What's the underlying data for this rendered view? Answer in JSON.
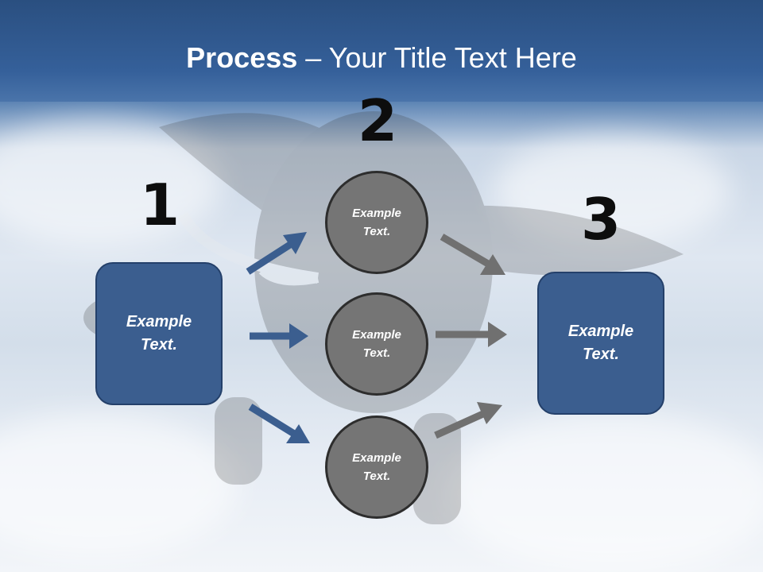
{
  "title": {
    "bold": "Process",
    "rest": " – Your Title Text Here"
  },
  "numbers": [
    "1",
    "2",
    "3"
  ],
  "left_box": {
    "label": "Example\nText."
  },
  "right_box": {
    "label": "Example\nText."
  },
  "circles": [
    {
      "label": "Example\nText."
    },
    {
      "label": "Example\nText."
    },
    {
      "label": "Example\nText."
    }
  ],
  "colors": {
    "blue_arrow": "#3b5e8f",
    "gray_arrow": "#707070",
    "box": "#3b5e8f",
    "circle": "#757575"
  }
}
